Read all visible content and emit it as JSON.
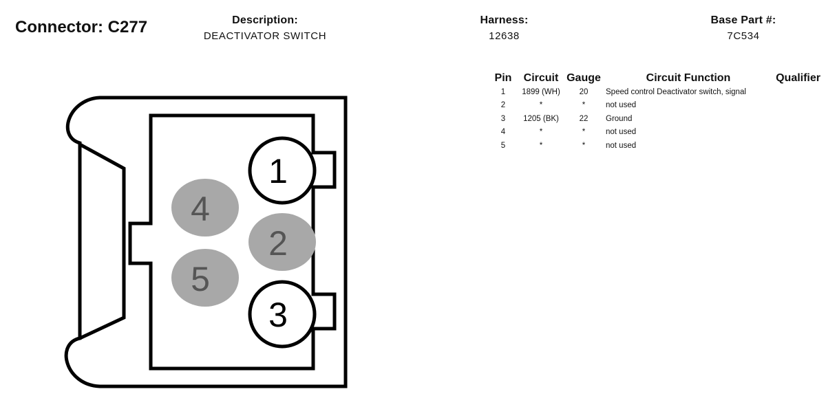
{
  "connector": {
    "label": "Connector: C277"
  },
  "description": {
    "label": "Description:",
    "value": "DEACTIVATOR SWITCH"
  },
  "harness": {
    "label": "Harness:",
    "value": "12638"
  },
  "base_part": {
    "label": "Base Part #:",
    "value": "7C534"
  },
  "pin_table": {
    "headers": [
      "Pin",
      "Circuit",
      "Gauge",
      "Circuit Function",
      "Qualifier"
    ],
    "rows": [
      {
        "pin": "1",
        "circuit": "1899 (WH)",
        "gauge": "20",
        "function": "Speed control Deactivator switch, signal",
        "qualifier": ""
      },
      {
        "pin": "2",
        "circuit": "*",
        "gauge": "*",
        "function": "not used",
        "qualifier": ""
      },
      {
        "pin": "3",
        "circuit": "1205 (BK)",
        "gauge": "22",
        "function": "Ground",
        "qualifier": ""
      },
      {
        "pin": "4",
        "circuit": "*",
        "gauge": "*",
        "function": "not used",
        "qualifier": ""
      },
      {
        "pin": "5",
        "circuit": "*",
        "gauge": "*",
        "function": "not used",
        "qualifier": ""
      }
    ]
  },
  "diagram": {
    "cavities": [
      {
        "number": "1",
        "state": "used"
      },
      {
        "number": "2",
        "state": "not used"
      },
      {
        "number": "3",
        "state": "used"
      },
      {
        "number": "4",
        "state": "not used"
      },
      {
        "number": "5",
        "state": "not used"
      }
    ],
    "colors": {
      "outline": "#000000",
      "used_fill": "#ffffff",
      "unused_fill": "#a8a8a8",
      "unused_text": "#555555"
    }
  }
}
